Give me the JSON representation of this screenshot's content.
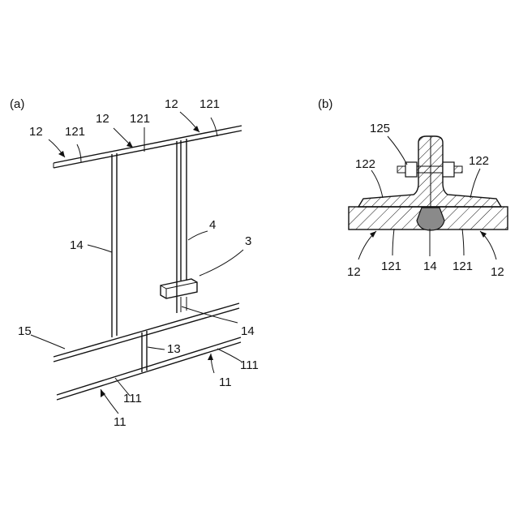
{
  "panel_a": {
    "label": "(a)",
    "labels": {
      "top_12_left": "12",
      "top_121_left": "121",
      "top_12_mid": "12",
      "top_121_mid": "121",
      "top_12_right": "12",
      "top_121_right": "121",
      "post_14_left": "14",
      "post_4": "4",
      "box_3": "3",
      "post_14_lower": "14",
      "rail_15": "15",
      "post_13": "13",
      "bottom_111_right": "111",
      "bottom_11_right": "11",
      "bottom_111_left": "111",
      "bottom_11_left": "11"
    }
  },
  "panel_b": {
    "label": "(b)",
    "labels": {
      "bolt_125": "125",
      "flange_122_left": "122",
      "flange_122_right": "122",
      "plate_12_left": "12",
      "plate_121_left": "121",
      "center_14": "14",
      "plate_121_right": "121",
      "plate_12_right": "12"
    }
  }
}
